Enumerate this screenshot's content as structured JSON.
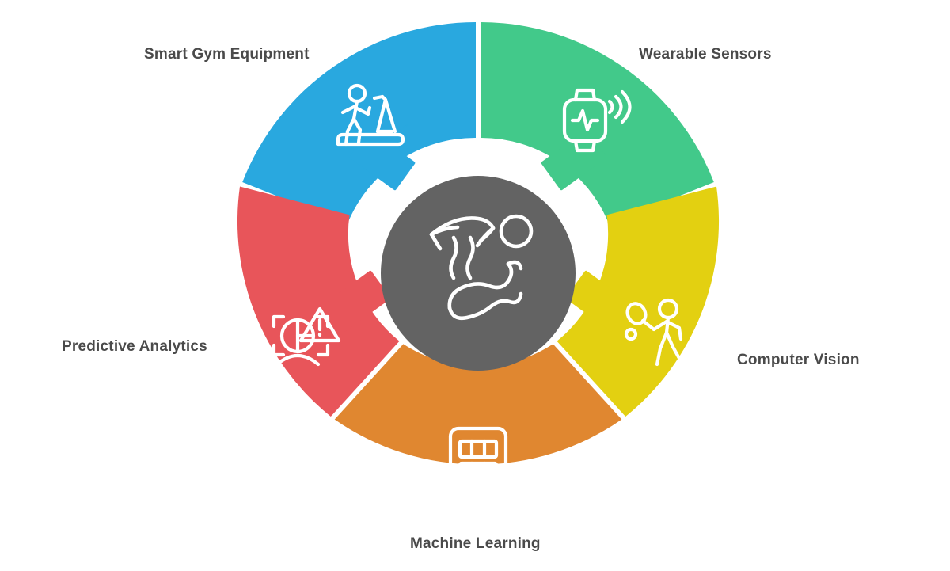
{
  "diagram": {
    "type": "hub-and-spoke-donut",
    "center": {
      "icon": "athlete-motion-icon",
      "fill_color": "#636363",
      "icon_color": "#ffffff"
    },
    "segments": [
      {
        "id": "smart-gym-equipment",
        "label": "Smart Gym Equipment",
        "color": "#29a8df",
        "icon": "treadmill-icon",
        "position": "top-left"
      },
      {
        "id": "wearable-sensors",
        "label": "Wearable Sensors",
        "color": "#42c98a",
        "icon": "smartwatch-signal-icon",
        "position": "top-right"
      },
      {
        "id": "computer-vision",
        "label": "Computer Vision",
        "color": "#e3d011",
        "icon": "tennis-player-icon",
        "position": "right"
      },
      {
        "id": "machine-learning",
        "label": "Machine Learning",
        "color": "#e08730",
        "icon": "grid-table-icon",
        "position": "bottom"
      },
      {
        "id": "predictive-analytics",
        "label": "Predictive Analytics",
        "color": "#e8555a",
        "icon": "face-scan-alert-icon",
        "position": "left"
      }
    ],
    "label_color": "#4a4a4a",
    "background_color": "#ffffff"
  }
}
